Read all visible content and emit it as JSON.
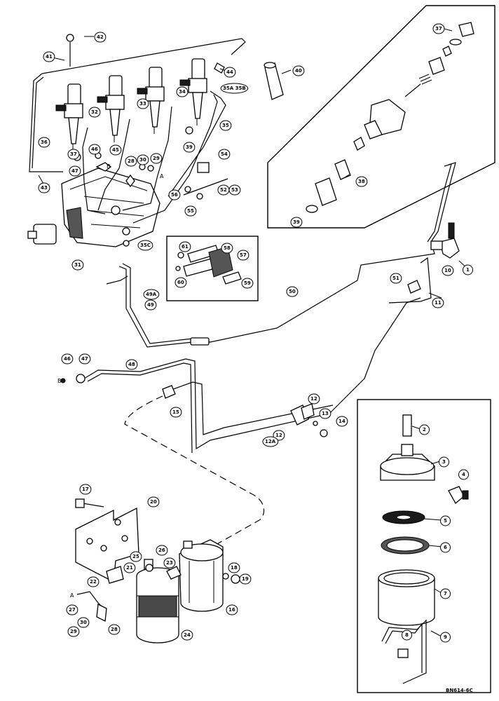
{
  "drawing_ref": "BN614-6C",
  "marks": {
    "a1": "A",
    "a2": "A",
    "b1": "B",
    "b2": "B"
  },
  "callouts": {
    "c1": "1",
    "c2": "2",
    "c3": "3",
    "c4": "4",
    "c5": "5",
    "c6": "6",
    "c7": "7",
    "c8": "8",
    "c9": "9",
    "c10": "10",
    "c11": "11",
    "c12a": "12",
    "c12b": "12",
    "c12A": "12A",
    "c13": "13",
    "c14": "14",
    "c15": "15",
    "c16": "16",
    "c17": "17",
    "c18": "18",
    "c19": "19",
    "c20": "20",
    "c21": "21",
    "c22": "22",
    "c23": "23",
    "c24": "24",
    "c25": "25",
    "c26": "26",
    "c27": "27",
    "c28a": "28",
    "c28b": "28",
    "c29a": "29",
    "c29b": "29",
    "c30a": "30",
    "c30b": "30",
    "c31": "31",
    "c32": "32",
    "c33": "33",
    "c34": "34",
    "c35": "35",
    "c35ab": "35A 35B",
    "c35c": "35C",
    "c36": "36",
    "c37": "37",
    "c38": "38",
    "c39a": "39",
    "c39b": "39",
    "c40": "40",
    "c41": "41",
    "c42": "42",
    "c43": "43",
    "c44": "44",
    "c45": "45",
    "c46a": "46",
    "c46b": "46",
    "c47a": "47",
    "c47b": "47",
    "c48": "48",
    "c49": "49",
    "c49a": "49A",
    "c50": "50",
    "c51": "51",
    "c52": "52",
    "c53": "53",
    "c54": "54",
    "c55": "55",
    "c56": "56",
    "c57": "57",
    "c58": "58",
    "c59": "59",
    "c60": "60",
    "c61": "61"
  }
}
